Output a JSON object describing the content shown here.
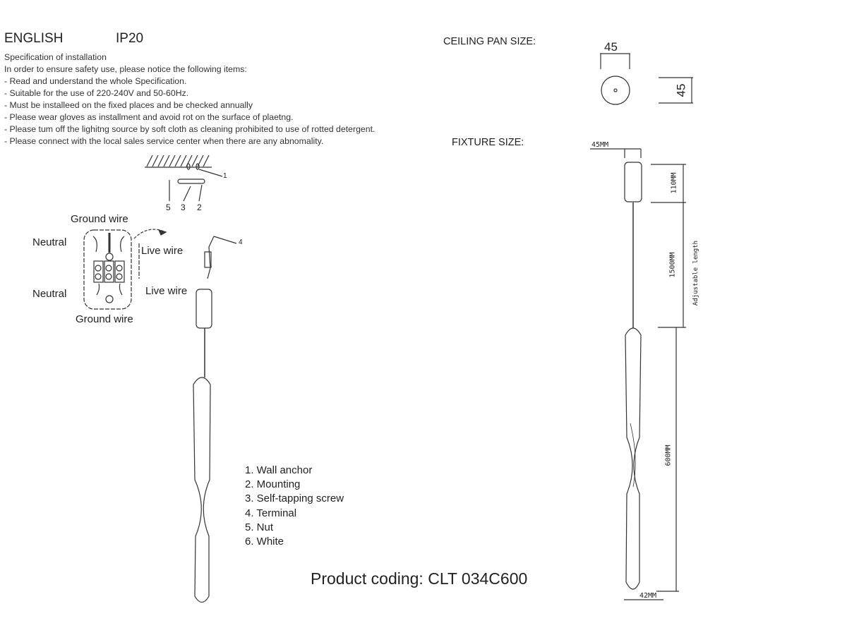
{
  "header": {
    "language": "ENGLISH",
    "ip_rating": "IP20"
  },
  "spec": {
    "title": "Specification of installation",
    "intro": "In order to ensure safety use, please notice the following items:",
    "items": [
      "- Read and understand the whole Specification.",
      "- Suitable for the use of 220-240V and 50-60Hz.",
      "- Must be installeed on the fixed places and be checked annually",
      "- Please wear gloves as installment and avoid rot on the surface of plaetng.",
      "- Please tum off the lighitng source by soft cloth as cleaning prohibited to use of rotted detergent.",
      "- Please connect with the local sales service center when there are any abnomality."
    ]
  },
  "ceiling_pan": {
    "label": "CEILING PAN  SIZE:",
    "width": "45",
    "height": "45"
  },
  "fixture": {
    "label": "FIXTURE SIZE:",
    "top_width": "45MM",
    "canopy_height": "110MM",
    "cable_length": "1500MM",
    "adjustable": "Adjustable length",
    "body_length": "600MM",
    "bottom_width": "42MM"
  },
  "wiring": {
    "ground_top": "Ground wire",
    "neutral_top": "Neutral",
    "live_top": "Live wire",
    "neutral_bottom": "Neutral",
    "live_bottom": "Live wire",
    "ground_bottom": "Ground wire"
  },
  "callouts": {
    "c1": "1",
    "c2": "2",
    "c3": "3",
    "c4": "4",
    "c5": "5"
  },
  "parts": [
    "1. Wall anchor",
    "2. Mounting",
    "3. Self-tapping screw",
    "4. Terminal",
    "5. Nut",
    "6. White"
  ],
  "product_coding": "Product coding: CLT 034C600"
}
